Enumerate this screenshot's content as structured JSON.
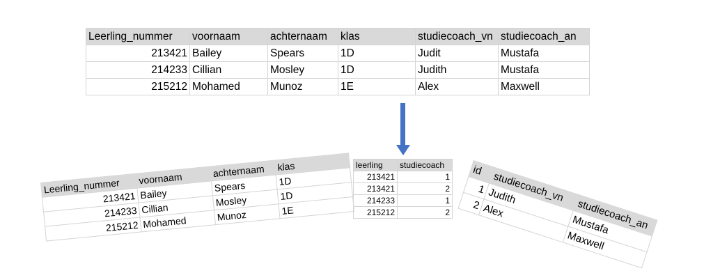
{
  "source_table": {
    "headers": [
      "Leerling_nummer",
      "voornaam",
      "achternaam",
      "klas",
      "studiecoach_vn",
      "studiecoach_an"
    ],
    "rows": [
      [
        "213421",
        "Bailey",
        "Spears",
        "1D",
        "Judit",
        "Mustafa"
      ],
      [
        "214233",
        "Cillian",
        "Mosley",
        "1D",
        "Judith",
        "Mustafa"
      ],
      [
        "215212",
        "Mohamed",
        "Munoz",
        "1E",
        "Alex",
        "Maxwell"
      ]
    ]
  },
  "arrow_color": "#4472c4",
  "student_table": {
    "headers": [
      "Leerling_nummer",
      "voornaam",
      "achternaam",
      "klas"
    ],
    "rows": [
      [
        "213421",
        "Bailey",
        "Spears",
        "1D"
      ],
      [
        "214233",
        "Cillian",
        "Mosley",
        "1D"
      ],
      [
        "215212",
        "Mohamed",
        "Munoz",
        "1E"
      ]
    ]
  },
  "link_table": {
    "headers": [
      "leerling",
      "studiecoach"
    ],
    "rows": [
      [
        "213421",
        "1"
      ],
      [
        "213421",
        "2"
      ],
      [
        "214233",
        "1"
      ],
      [
        "215212",
        "2"
      ]
    ]
  },
  "coach_table": {
    "headers": [
      "id",
      "studiecoach_vn",
      "studiecoach_an"
    ],
    "rows": [
      [
        "1",
        "Judith",
        "Mustafa"
      ],
      [
        "2",
        "Alex",
        "Maxwell"
      ]
    ]
  }
}
